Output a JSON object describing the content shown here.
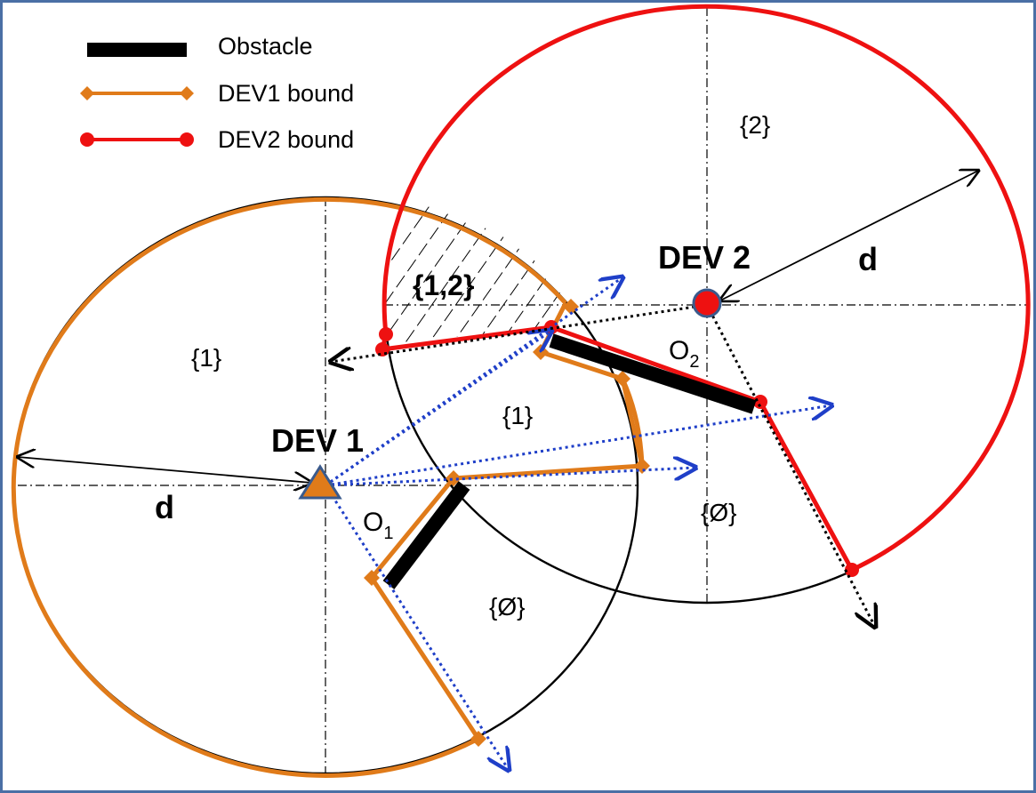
{
  "legend": {
    "obstacle": "Obstacle",
    "dev1_bound": "DEV1 bound",
    "dev2_bound": "DEV2 bound"
  },
  "devices": {
    "dev1": "DEV 1",
    "dev2": "DEV 2"
  },
  "radius_label": "d",
  "obstacles": {
    "o1": "O",
    "o1_sub": "1",
    "o2": "O",
    "o2_sub": "2"
  },
  "regions": {
    "only1_left": "{1}",
    "only1_mid": "{1}",
    "only2": "{2}",
    "both": "{1,2}",
    "none_lower": "{Ø}",
    "none_right": "{Ø}"
  },
  "colors": {
    "frame_border": "#4a6fa5",
    "dev1_orange": "#e07b1a",
    "dev2_red": "#ee1111",
    "ray_blue": "#1f3fc8",
    "obstacle_black": "#000000",
    "dev1_marker_fill": "#e07b1a",
    "dev1_marker_stroke": "#3a5a8c",
    "dev2_marker_fill": "#ee1111",
    "dev2_marker_stroke": "#3a5a8c"
  }
}
